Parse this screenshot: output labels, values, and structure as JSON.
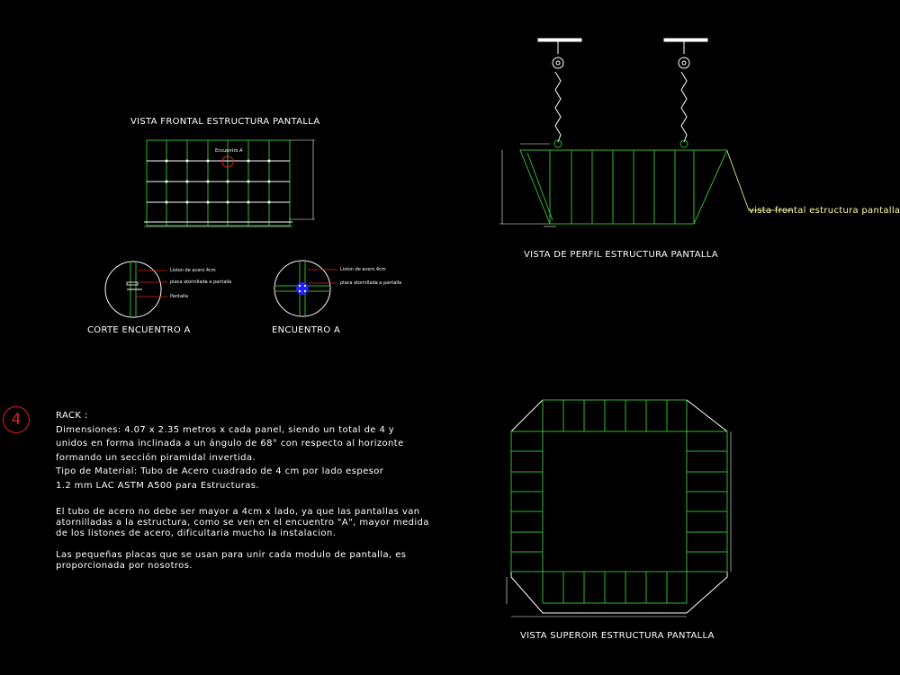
{
  "titles": {
    "front": "VISTA FRONTAL ESTRUCTURA PANTALLA",
    "profile": "VISTA DE PERFIL ESTRUCTURA PANTALLA",
    "section": "CORTE ENCUENTRO A",
    "encounter": "ENCUENTRO A",
    "top": "VISTA SUPEROIR ESTRUCTURA PANTALLA"
  },
  "callouts": {
    "encuentro_a": "Encuentro A",
    "side_note": "vista frontal estructura pantalla",
    "section_labels": [
      "Liston de acero 4cm",
      "placa atornillada a pantalla",
      "Pantalla"
    ],
    "encounter_labels": [
      "Liston de acero 4cm",
      "placa atornillada a pantalla"
    ]
  },
  "badge": "4",
  "notes": {
    "heading": "RACK :",
    "lines": [
      "Dimensiones: 4.07 x 2.35 metros x    cada panel, siendo un total de 4 y",
      "unidos en forma inclinada a un    ángulo de 68° con respecto al    horizonte",
      "formando un   sección    piramidal invertida.",
      "Tipo de Material: Tubo de Acero     cuadrado de 4 cm por lado      espesor",
      "1.2 mm LAC ASTM A500    para Estructuras."
    ],
    "para2": [
      "El tubo de acero no debe ser mayor a 4cm x lado, ya que las pantallas van",
      "atornilladas a la estructura, como se ven en el encuentro \"A\", mayor medida",
      "de los listones de acero, dificultaria mucho la instalacion."
    ],
    "para3": [
      "Las pequeñas placas que se usan para unir cada modulo de pantalla, es",
      "proporcionada por nosotros."
    ]
  },
  "colors": {
    "background": "#000000",
    "frame": "#2fb82f",
    "text": "#ffffff",
    "accent": "#e02020",
    "leader": "#ffffa0",
    "bolt": "#2020ff"
  }
}
